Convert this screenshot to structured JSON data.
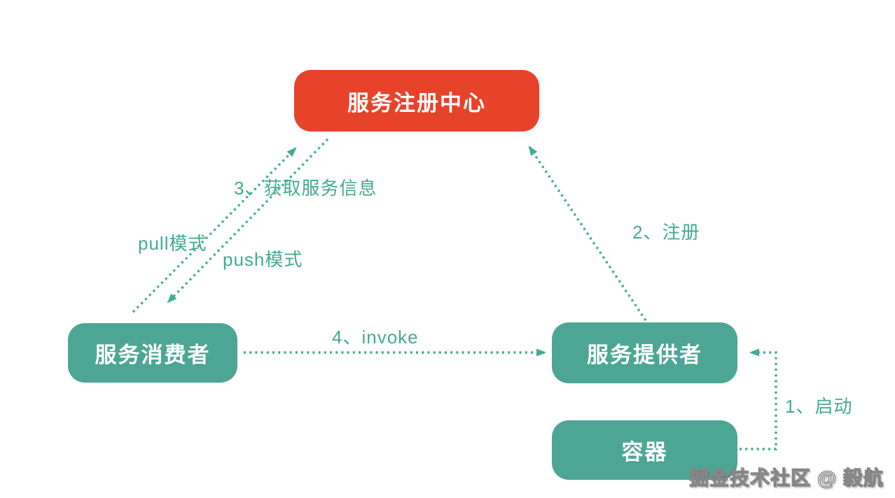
{
  "nodes": {
    "registry": {
      "label": "服务注册中心",
      "color": "#e7432b"
    },
    "consumer": {
      "label": "服务消费者",
      "color": "#4da695"
    },
    "provider": {
      "label": "服务提供者",
      "color": "#4da695"
    },
    "container": {
      "label": "容器",
      "color": "#4da695"
    }
  },
  "edges": {
    "fetch_info": {
      "label": "3、获取服务信息"
    },
    "pull": {
      "label": "pull模式",
      "from": "服务消费者",
      "to": "服务注册中心"
    },
    "push": {
      "label": "push模式",
      "from": "服务注册中心",
      "to": "服务消费者"
    },
    "register": {
      "label": "2、注册",
      "from": "服务提供者",
      "to": "服务注册中心"
    },
    "invoke": {
      "label": "4、invoke",
      "from": "服务消费者",
      "to": "服务提供者"
    },
    "start": {
      "label": "1、启动",
      "from": "容器",
      "to": "服务提供者"
    }
  },
  "watermark": {
    "text": "掘金技术社区 @ 毅航"
  },
  "colors": {
    "node_red": "#e7432b",
    "node_teal": "#4da695",
    "arrow_teal": "#43aa93",
    "background": "#ffffff",
    "node_text": "#ffffff"
  }
}
